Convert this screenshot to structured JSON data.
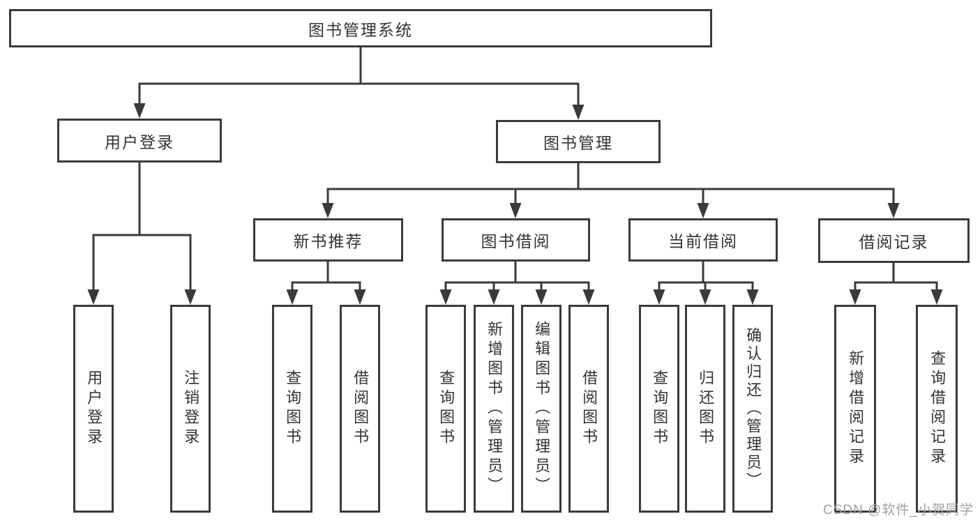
{
  "diagram_type": "hierarchy",
  "tree": {
    "root": {
      "label": "图书管理系统",
      "children": [
        {
          "label": "用户登录",
          "children": [
            {
              "label": "用户登录"
            },
            {
              "label": "注销登录"
            }
          ]
        },
        {
          "label": "图书管理",
          "children": [
            {
              "label": "新书推荐",
              "children": [
                {
                  "label": "查询图书"
                },
                {
                  "label": "借阅图书"
                }
              ]
            },
            {
              "label": "图书借阅",
              "children": [
                {
                  "label": "查询图书"
                },
                {
                  "label": "新增图书（管理员）"
                },
                {
                  "label": "编辑图书（管理员）"
                },
                {
                  "label": "借阅图书"
                }
              ]
            },
            {
              "label": "当前借阅",
              "children": [
                {
                  "label": "查询图书"
                },
                {
                  "label": "归还图书"
                },
                {
                  "label": "确认归还（管理员）"
                }
              ]
            },
            {
              "label": "借阅记录",
              "children": [
                {
                  "label": "新增借阅记录"
                },
                {
                  "label": "查询借阅记录"
                }
              ]
            }
          ]
        }
      ]
    }
  },
  "watermark": {
    "text": "CSDN @软件_小贺同学",
    "color": "#a0a0a0"
  },
  "colors": {
    "line": "#3a3a3a",
    "text": "#333333",
    "background": "#ffffff"
  }
}
